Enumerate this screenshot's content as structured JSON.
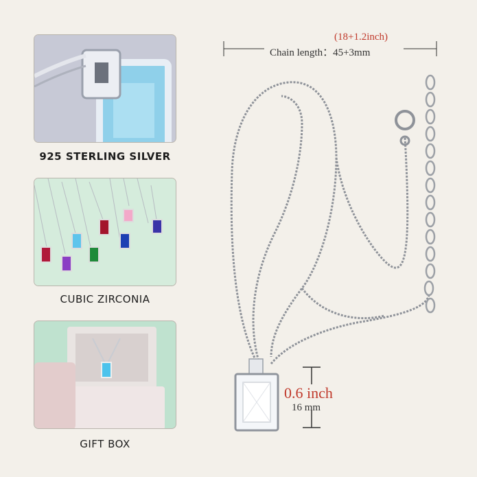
{
  "panels": [
    {
      "caption": "925 STERLING SILVER"
    },
    {
      "caption": "CUBIC ZIRCONIA"
    },
    {
      "caption": "GIFT BOX"
    }
  ],
  "dimensions": {
    "chain_length_alt": "(18+1.2inch)",
    "chain_length": "Chain length：45+3mm",
    "pendant_inch": "0.6 inch",
    "pendant_mm": "16 mm"
  },
  "colors": {
    "accent_red": "#c0392b",
    "text_dark": "#333333",
    "background": "#f3f0ea"
  }
}
